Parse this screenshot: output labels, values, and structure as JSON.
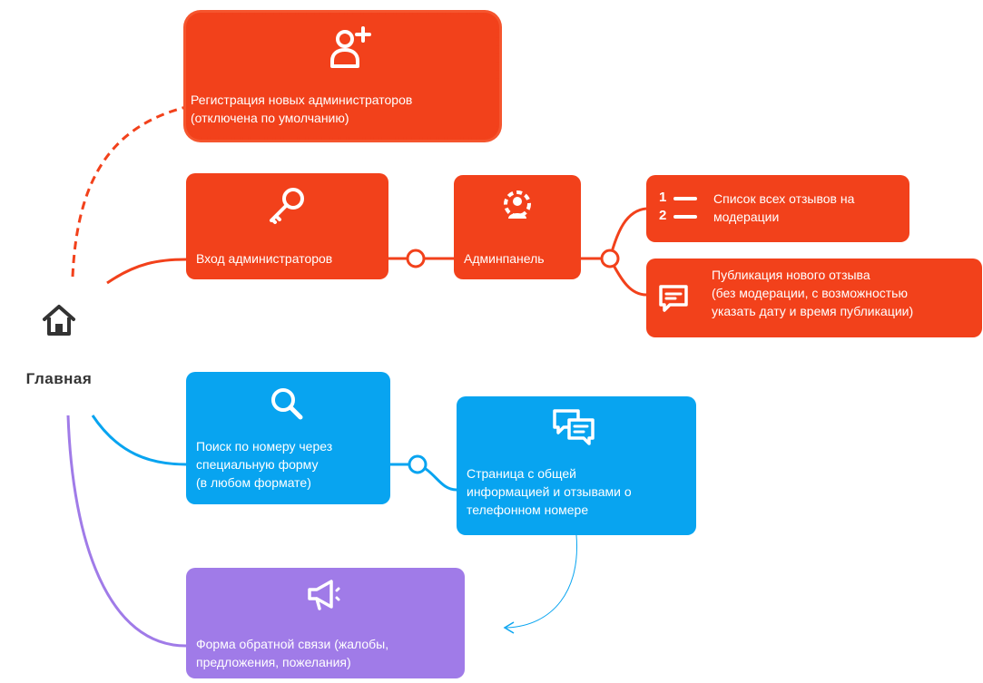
{
  "root": {
    "label": "Главная",
    "icon": "home-icon"
  },
  "nodes": {
    "registration": {
      "text": "Регистрация новых администраторов\n(отключена по умолчанию)",
      "icon": "add-user-icon"
    },
    "login": {
      "text": "Вход администраторов",
      "icon": "key-icon"
    },
    "admin_panel": {
      "text": "Админпанель",
      "icon": "admin-gear-icon"
    },
    "moderation_list": {
      "text": "Список всех отзывов на\nмодерации",
      "icon": "numbered-list-icon",
      "list_marks": [
        "1",
        "2"
      ]
    },
    "new_review": {
      "text": "Публикация нового отзыва\n(без модерации, с возможностью\nуказать дату и время публикации)",
      "icon": "comment-icon"
    },
    "search": {
      "text": "Поиск по номеру через\nспециальную форму\n(в любом формате)",
      "icon": "search-icon"
    },
    "info_page": {
      "text": "Страница с общей\nинформацией и отзывами о\nтелефонном номере",
      "icon": "chat-bubbles-icon"
    },
    "feedback": {
      "text": "Форма обратной связи (жалобы,\nпредложения, пожелания)",
      "icon": "megaphone-icon"
    }
  },
  "colors": {
    "red": "#f2411b",
    "blue": "#08a4f0",
    "violet": "#a07be8",
    "text_dark": "#333333"
  }
}
